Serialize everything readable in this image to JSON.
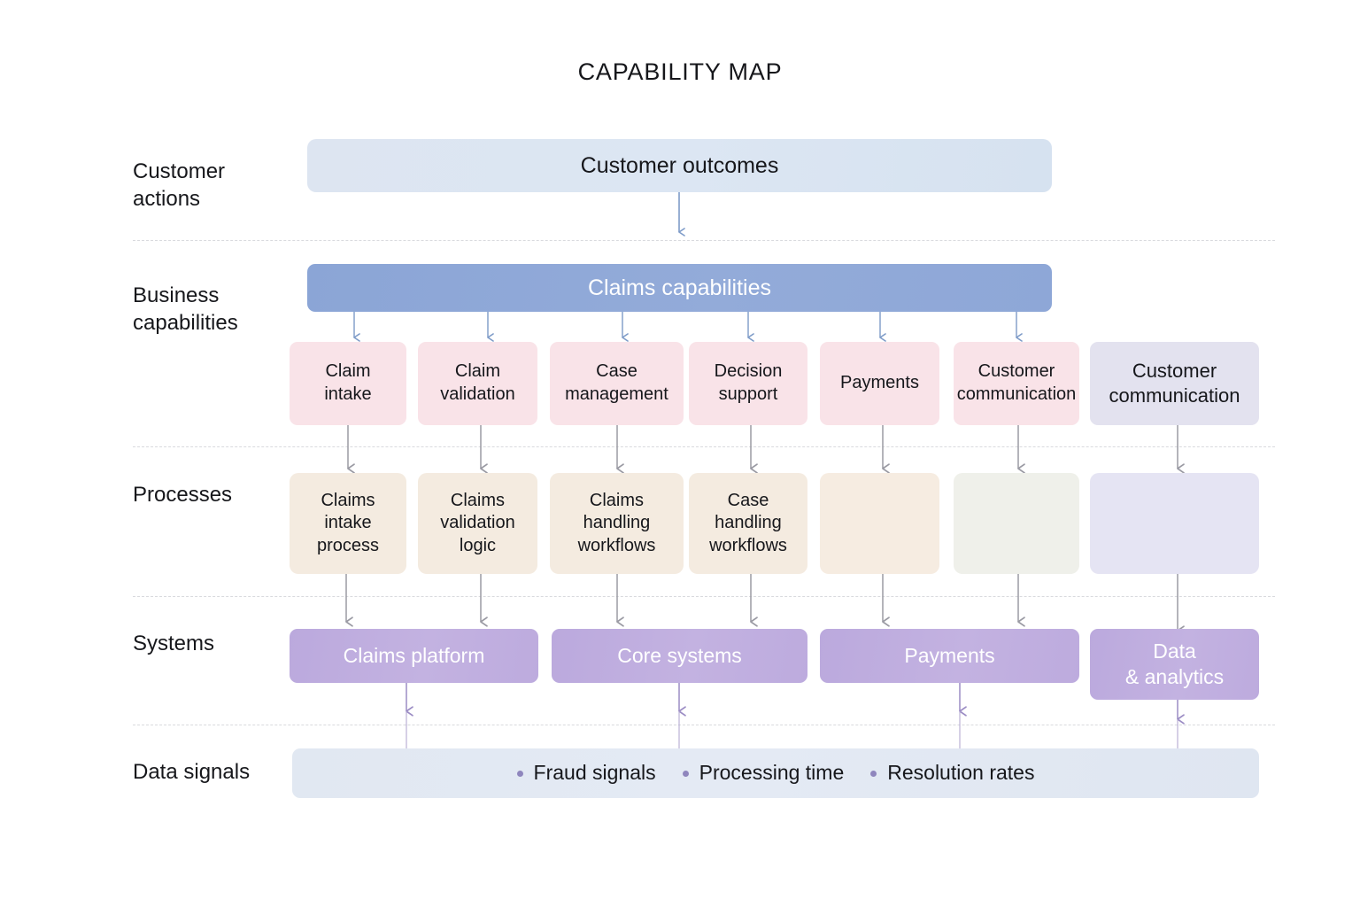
{
  "page": {
    "title": "CAPABILITY MAP",
    "background": "#ffffff"
  },
  "colors": {
    "outcomes_band": "#dce6f3",
    "capabilities_band": "#8ba5d6",
    "capability_box": "#f9e3e8",
    "capability_box_alt": "#e3e2ef",
    "process_box": "#f4ebe0",
    "process_box_pale": "#eff0ea",
    "process_box_lavender": "#e5e4f3",
    "system_box": "#bba9dd",
    "signals_band": "#e1e8f2",
    "separator": "#d9dade",
    "arrow_blue": "#7e9bc8",
    "arrow_grey": "#9a9aa3",
    "arrow_purple": "#9b8cc4",
    "bullet": "#8f86bd"
  },
  "rows": {
    "customer_actions": {
      "label": "Customer\nactions",
      "label_line1": "Customer",
      "label_line2": "actions"
    },
    "business_capabilities": {
      "label_line1": "Business",
      "label_line2": "capabilities"
    },
    "processes": {
      "label": "Processes"
    },
    "systems": {
      "label": "Systems"
    },
    "data_signals": {
      "label": "Data signals"
    }
  },
  "bands": {
    "customer_outcomes": "Customer outcomes",
    "claims_capabilities": "Claims capabilities"
  },
  "capabilities": [
    {
      "line1": "Claim",
      "line2": "intake"
    },
    {
      "line1": "Claim",
      "line2": "validation"
    },
    {
      "line1": "Case",
      "line2": "management"
    },
    {
      "line1": "Decision",
      "line2": "support"
    },
    {
      "line1": "Payments",
      "line2": ""
    },
    {
      "line1": "Customer",
      "line2": "communication"
    },
    {
      "line1": "Customer",
      "line2": "communication"
    }
  ],
  "processes": [
    {
      "line1": "Claims",
      "line2": "intake",
      "line3": "process"
    },
    {
      "line1": "Claims",
      "line2": "validation",
      "line3": "logic"
    },
    {
      "line1": "Claims",
      "line2": "handling",
      "line3": "workflows"
    },
    {
      "line1": "Case",
      "line2": "handling",
      "line3": "workflows"
    },
    {
      "line1": "",
      "line2": "",
      "line3": ""
    },
    {
      "line1": "",
      "line2": "",
      "line3": ""
    },
    {
      "line1": "",
      "line2": "",
      "line3": ""
    }
  ],
  "systems": [
    {
      "line1": "Claims platform",
      "line2": ""
    },
    {
      "line1": "Core systems",
      "line2": ""
    },
    {
      "line1": "Payments",
      "line2": ""
    },
    {
      "line1": "Data",
      "line2": "& analytics"
    }
  ],
  "data_signals": [
    "Fraud signals",
    "Processing time",
    "Resolution rates"
  ]
}
